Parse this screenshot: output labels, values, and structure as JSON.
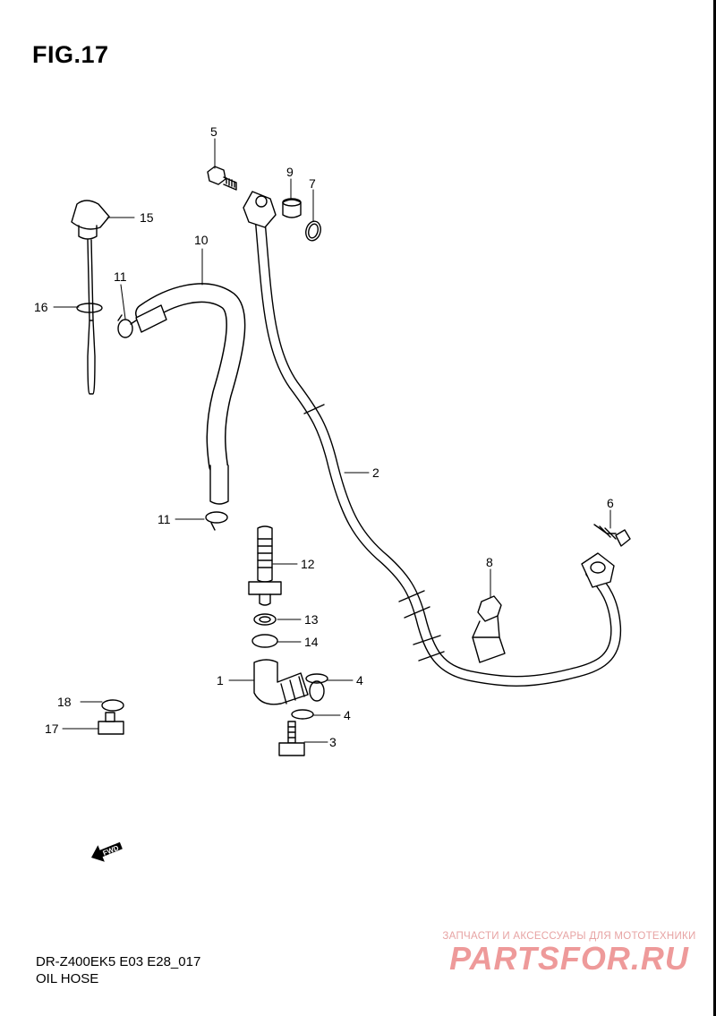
{
  "figure": {
    "title": "FIG.17"
  },
  "callouts": [
    {
      "id": "c5",
      "label": "5"
    },
    {
      "id": "c9",
      "label": "9"
    },
    {
      "id": "c7",
      "label": "7"
    },
    {
      "id": "c15",
      "label": "15"
    },
    {
      "id": "c10",
      "label": "10"
    },
    {
      "id": "c11a",
      "label": "11"
    },
    {
      "id": "c16",
      "label": "16"
    },
    {
      "id": "c2",
      "label": "2"
    },
    {
      "id": "c6",
      "label": "6"
    },
    {
      "id": "c11b",
      "label": "11"
    },
    {
      "id": "c12",
      "label": "12"
    },
    {
      "id": "c8",
      "label": "8"
    },
    {
      "id": "c13",
      "label": "13"
    },
    {
      "id": "c14",
      "label": "14"
    },
    {
      "id": "c1",
      "label": "1"
    },
    {
      "id": "c4a",
      "label": "4"
    },
    {
      "id": "c18",
      "label": "18"
    },
    {
      "id": "c4b",
      "label": "4"
    },
    {
      "id": "c17",
      "label": "17"
    },
    {
      "id": "c3",
      "label": "3"
    }
  ],
  "fwd_label": "FWD",
  "footer": {
    "model_code": "DR-Z400EK5 E03 E28_017",
    "section_name": "OIL HOSE"
  },
  "watermark": {
    "tagline": "ЗАПЧАСТИ И АКСЕССУАРЫ ДЛЯ МОТОТЕХНИКИ",
    "logo": "PARTSFOR.RU"
  }
}
